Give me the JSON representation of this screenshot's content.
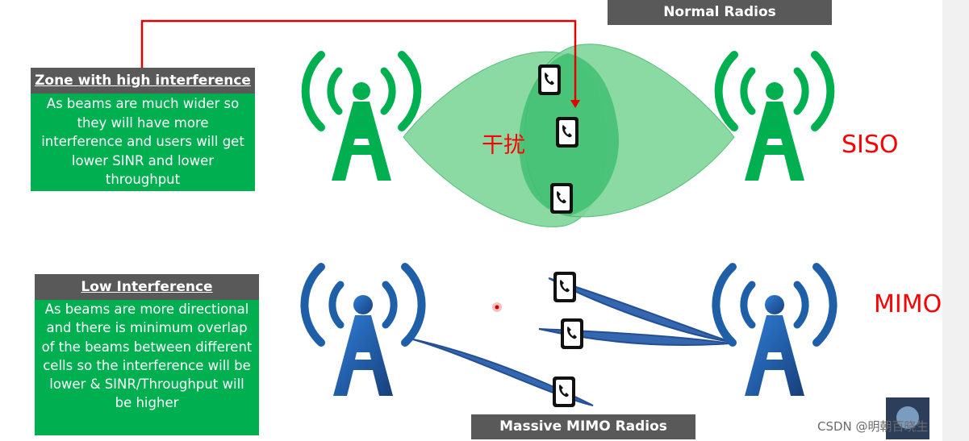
{
  "titles": {
    "normal_radios": "Normal Radios",
    "massive_mimo_radios": "Massive MIMO Radios"
  },
  "high_interference": {
    "heading": "Zone with high interference",
    "body": "As beams are much wider so they will have more interference and users will get lower SINR and lower throughput"
  },
  "low_interference": {
    "heading": "Low Interference",
    "body": "As beams are more directional and there is minimum overlap of the beams between different cells so the interference will be lower & SINR/Throughput will be higher"
  },
  "labels": {
    "interference_cn": "干扰",
    "siso": "SISO",
    "mimo": "MIMO"
  },
  "watermark": "CSDN @明朝百晓生",
  "icons": [
    "antenna-tower-icon",
    "phone-icon"
  ],
  "colors": {
    "green_antenna": "#00b050",
    "green_beam": "#7fd69a",
    "green_overlap": "#3fbf72",
    "blue_antenna": "#1f5fa8",
    "blue_beam": "#3566b0",
    "header_gray": "#595959",
    "label_red": "#ff0000",
    "arrow_red": "#e00000"
  }
}
